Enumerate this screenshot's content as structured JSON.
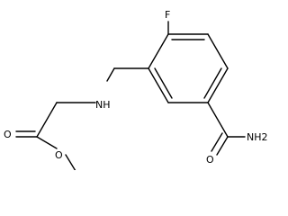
{
  "molecule": {
    "atoms": {
      "fluorine": "F",
      "amine": "NH",
      "amide_nitrogen": "NH2",
      "amide_oxygen": "O",
      "ester_carbonyl_oxygen": "O",
      "ester_ether_oxygen": "O"
    },
    "colors": {
      "bond": "#000000",
      "label": "#000000",
      "background": "#ffffff"
    }
  }
}
